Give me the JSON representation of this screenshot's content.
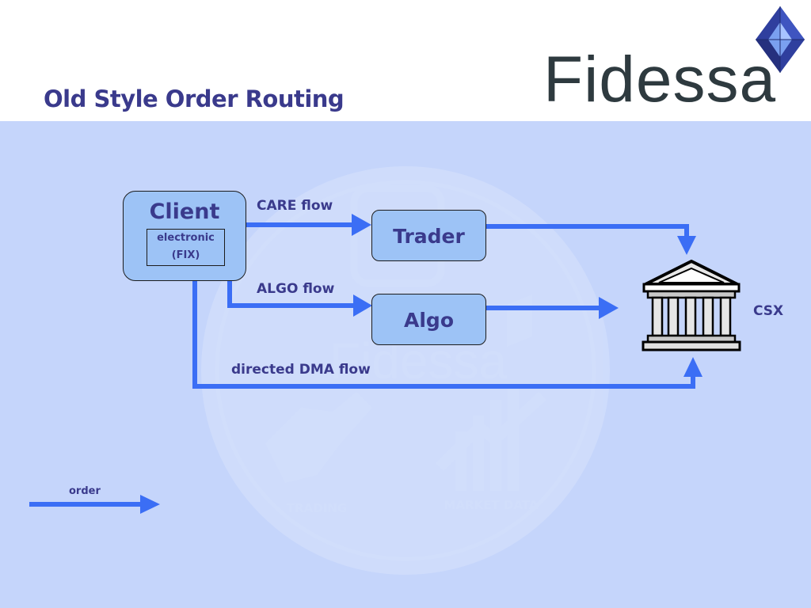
{
  "slide": {
    "title": "Old Style Order Routing",
    "logo_text": "Fidessa",
    "watermark_text": "Fidessa",
    "watermark_trading": "TRADING",
    "watermark_market": "MARKET DATA"
  },
  "nodes": {
    "client": "Client",
    "client_sub_line1": "electronic",
    "client_sub_line2": "(FIX)",
    "trader": "Trader",
    "algo": "Algo"
  },
  "flows": {
    "care": "CARE flow",
    "algo": "ALGO flow",
    "dma": "directed DMA flow"
  },
  "destination": {
    "label": "CSX",
    "icon": "bank-building-icon"
  },
  "legend": {
    "label": "order"
  },
  "colors": {
    "arrow": "#3b6ef5",
    "panel": "#c5d5fb",
    "node_fill": "#9dc3f6",
    "text": "#3a3a8c",
    "logo_text": "#2e3a3f"
  }
}
